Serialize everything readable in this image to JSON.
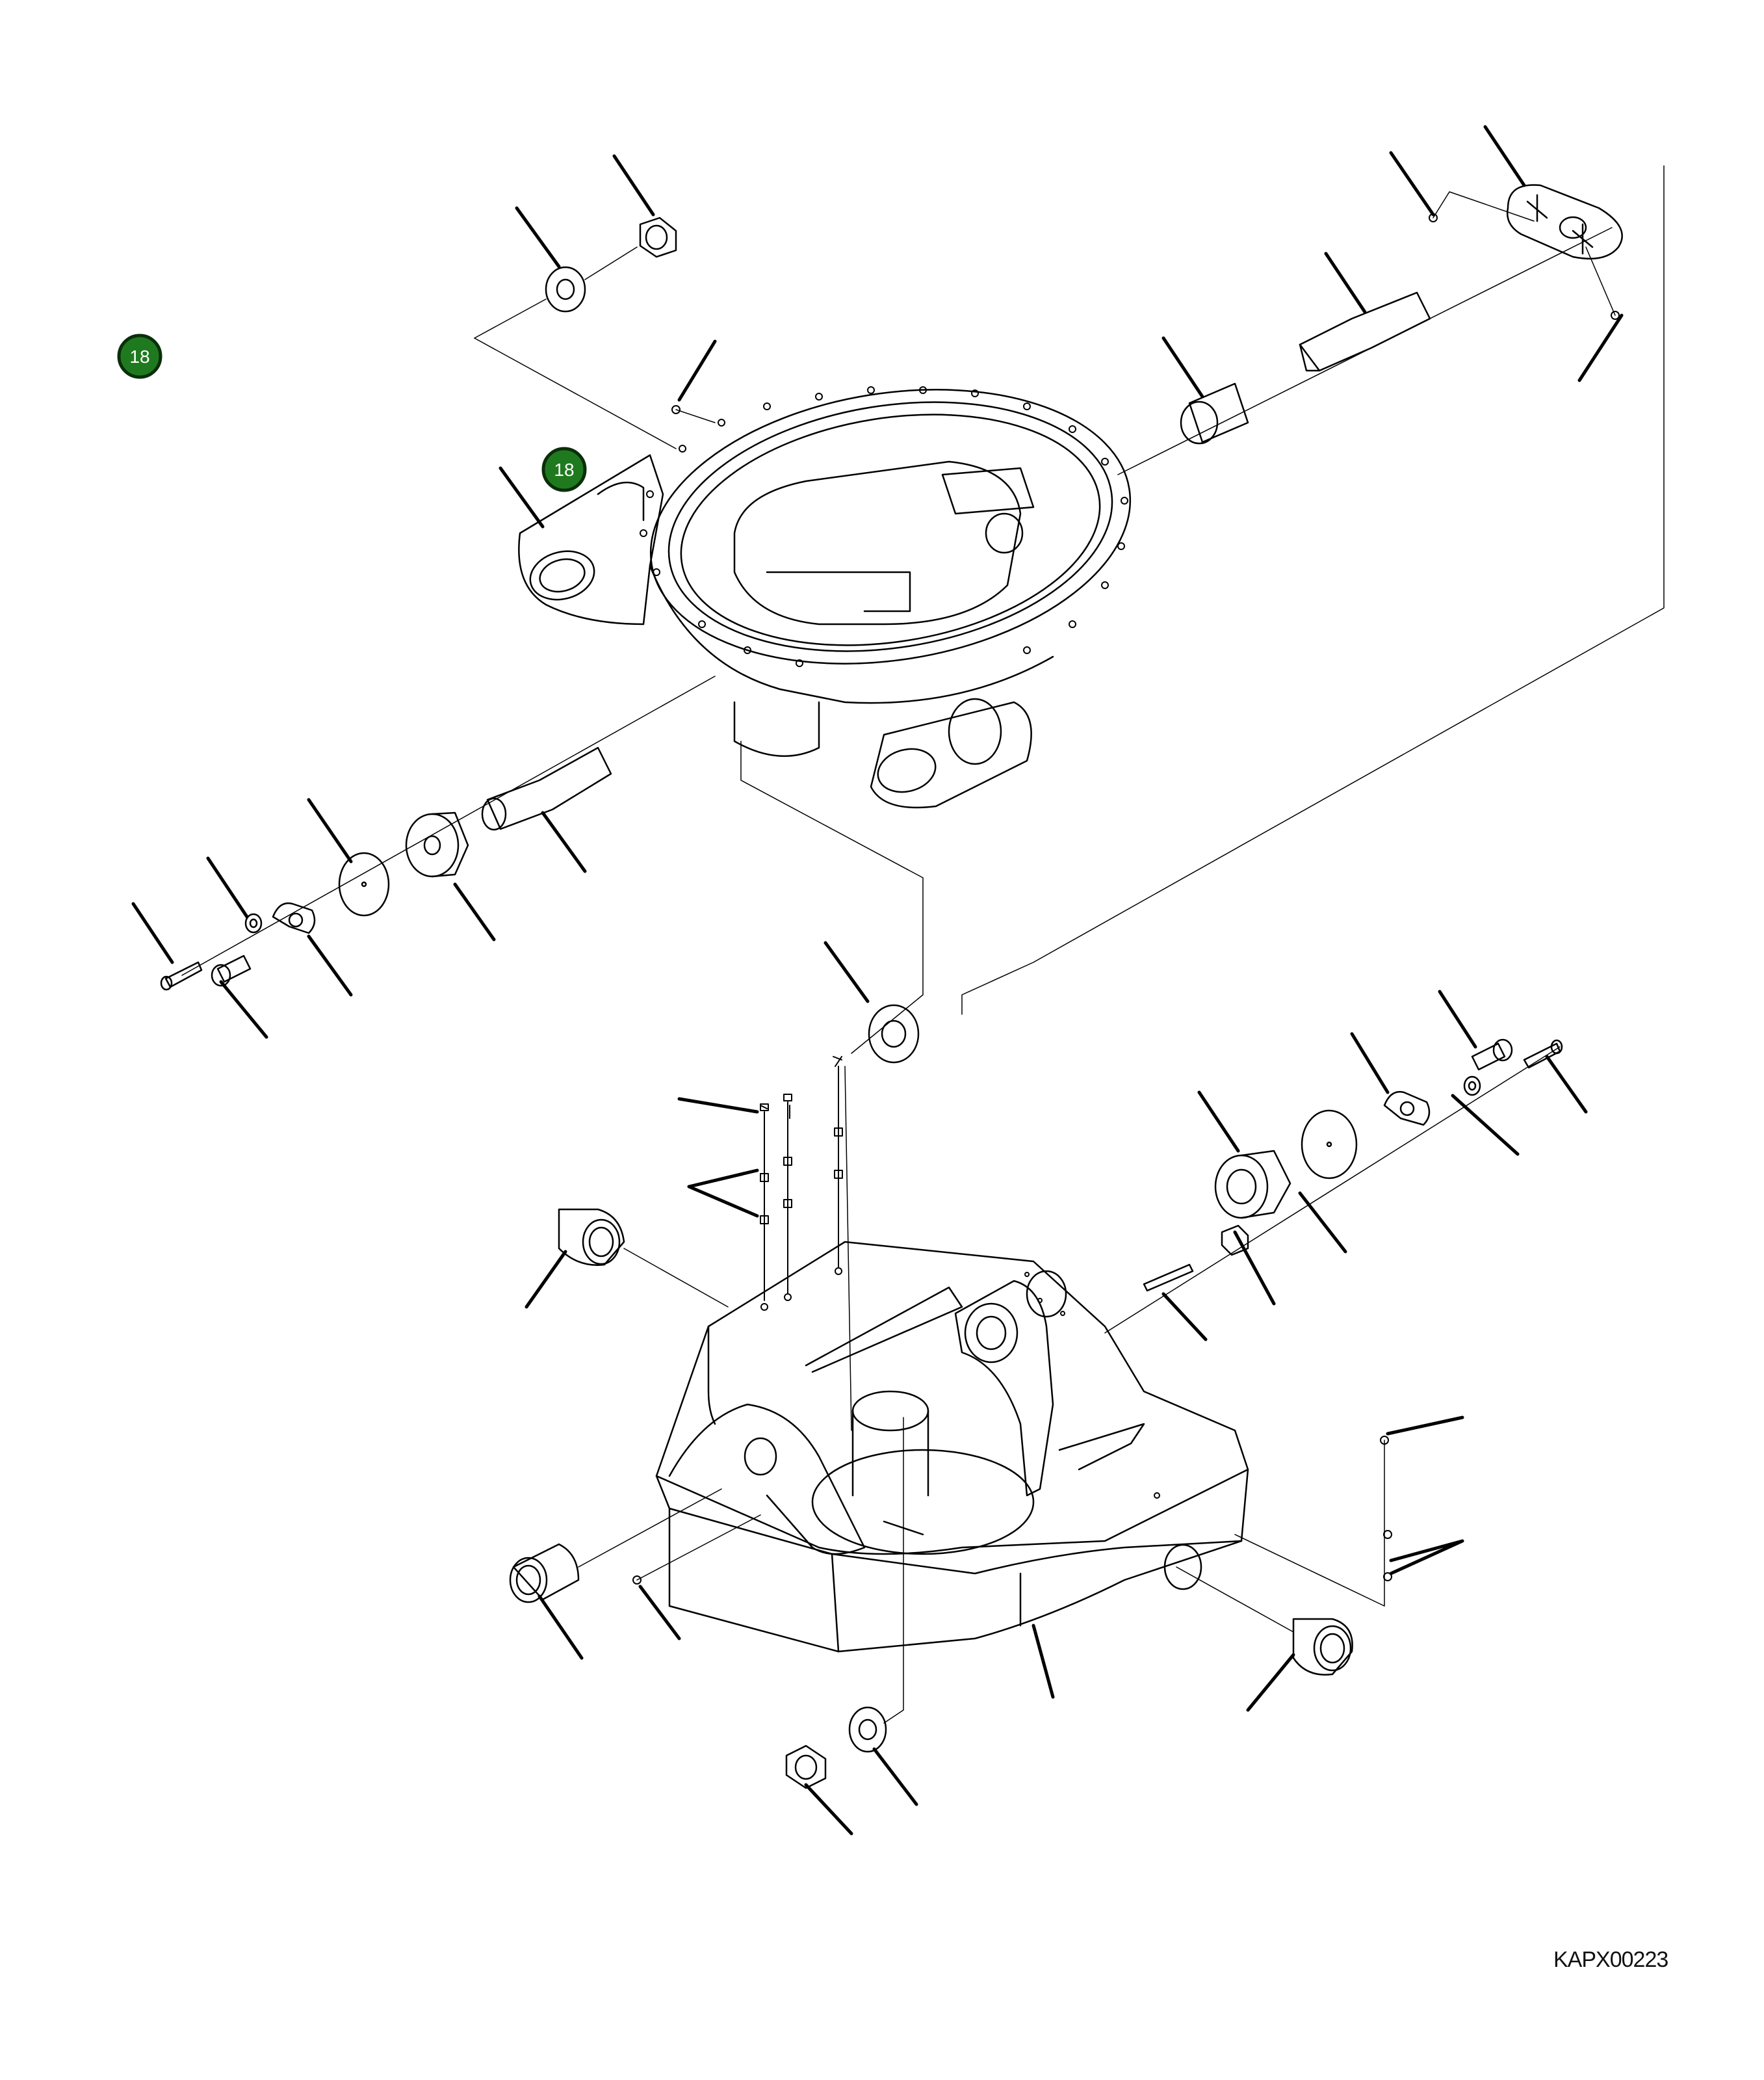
{
  "diagram": {
    "hotspots": [
      {
        "id": "callout-1",
        "label": "18"
      },
      {
        "id": "callout-2",
        "label": "18"
      }
    ],
    "drawing_code": "KAPX00223",
    "colors": {
      "hotspot_fill": "#1f7a1f",
      "line": "#000000"
    }
  }
}
